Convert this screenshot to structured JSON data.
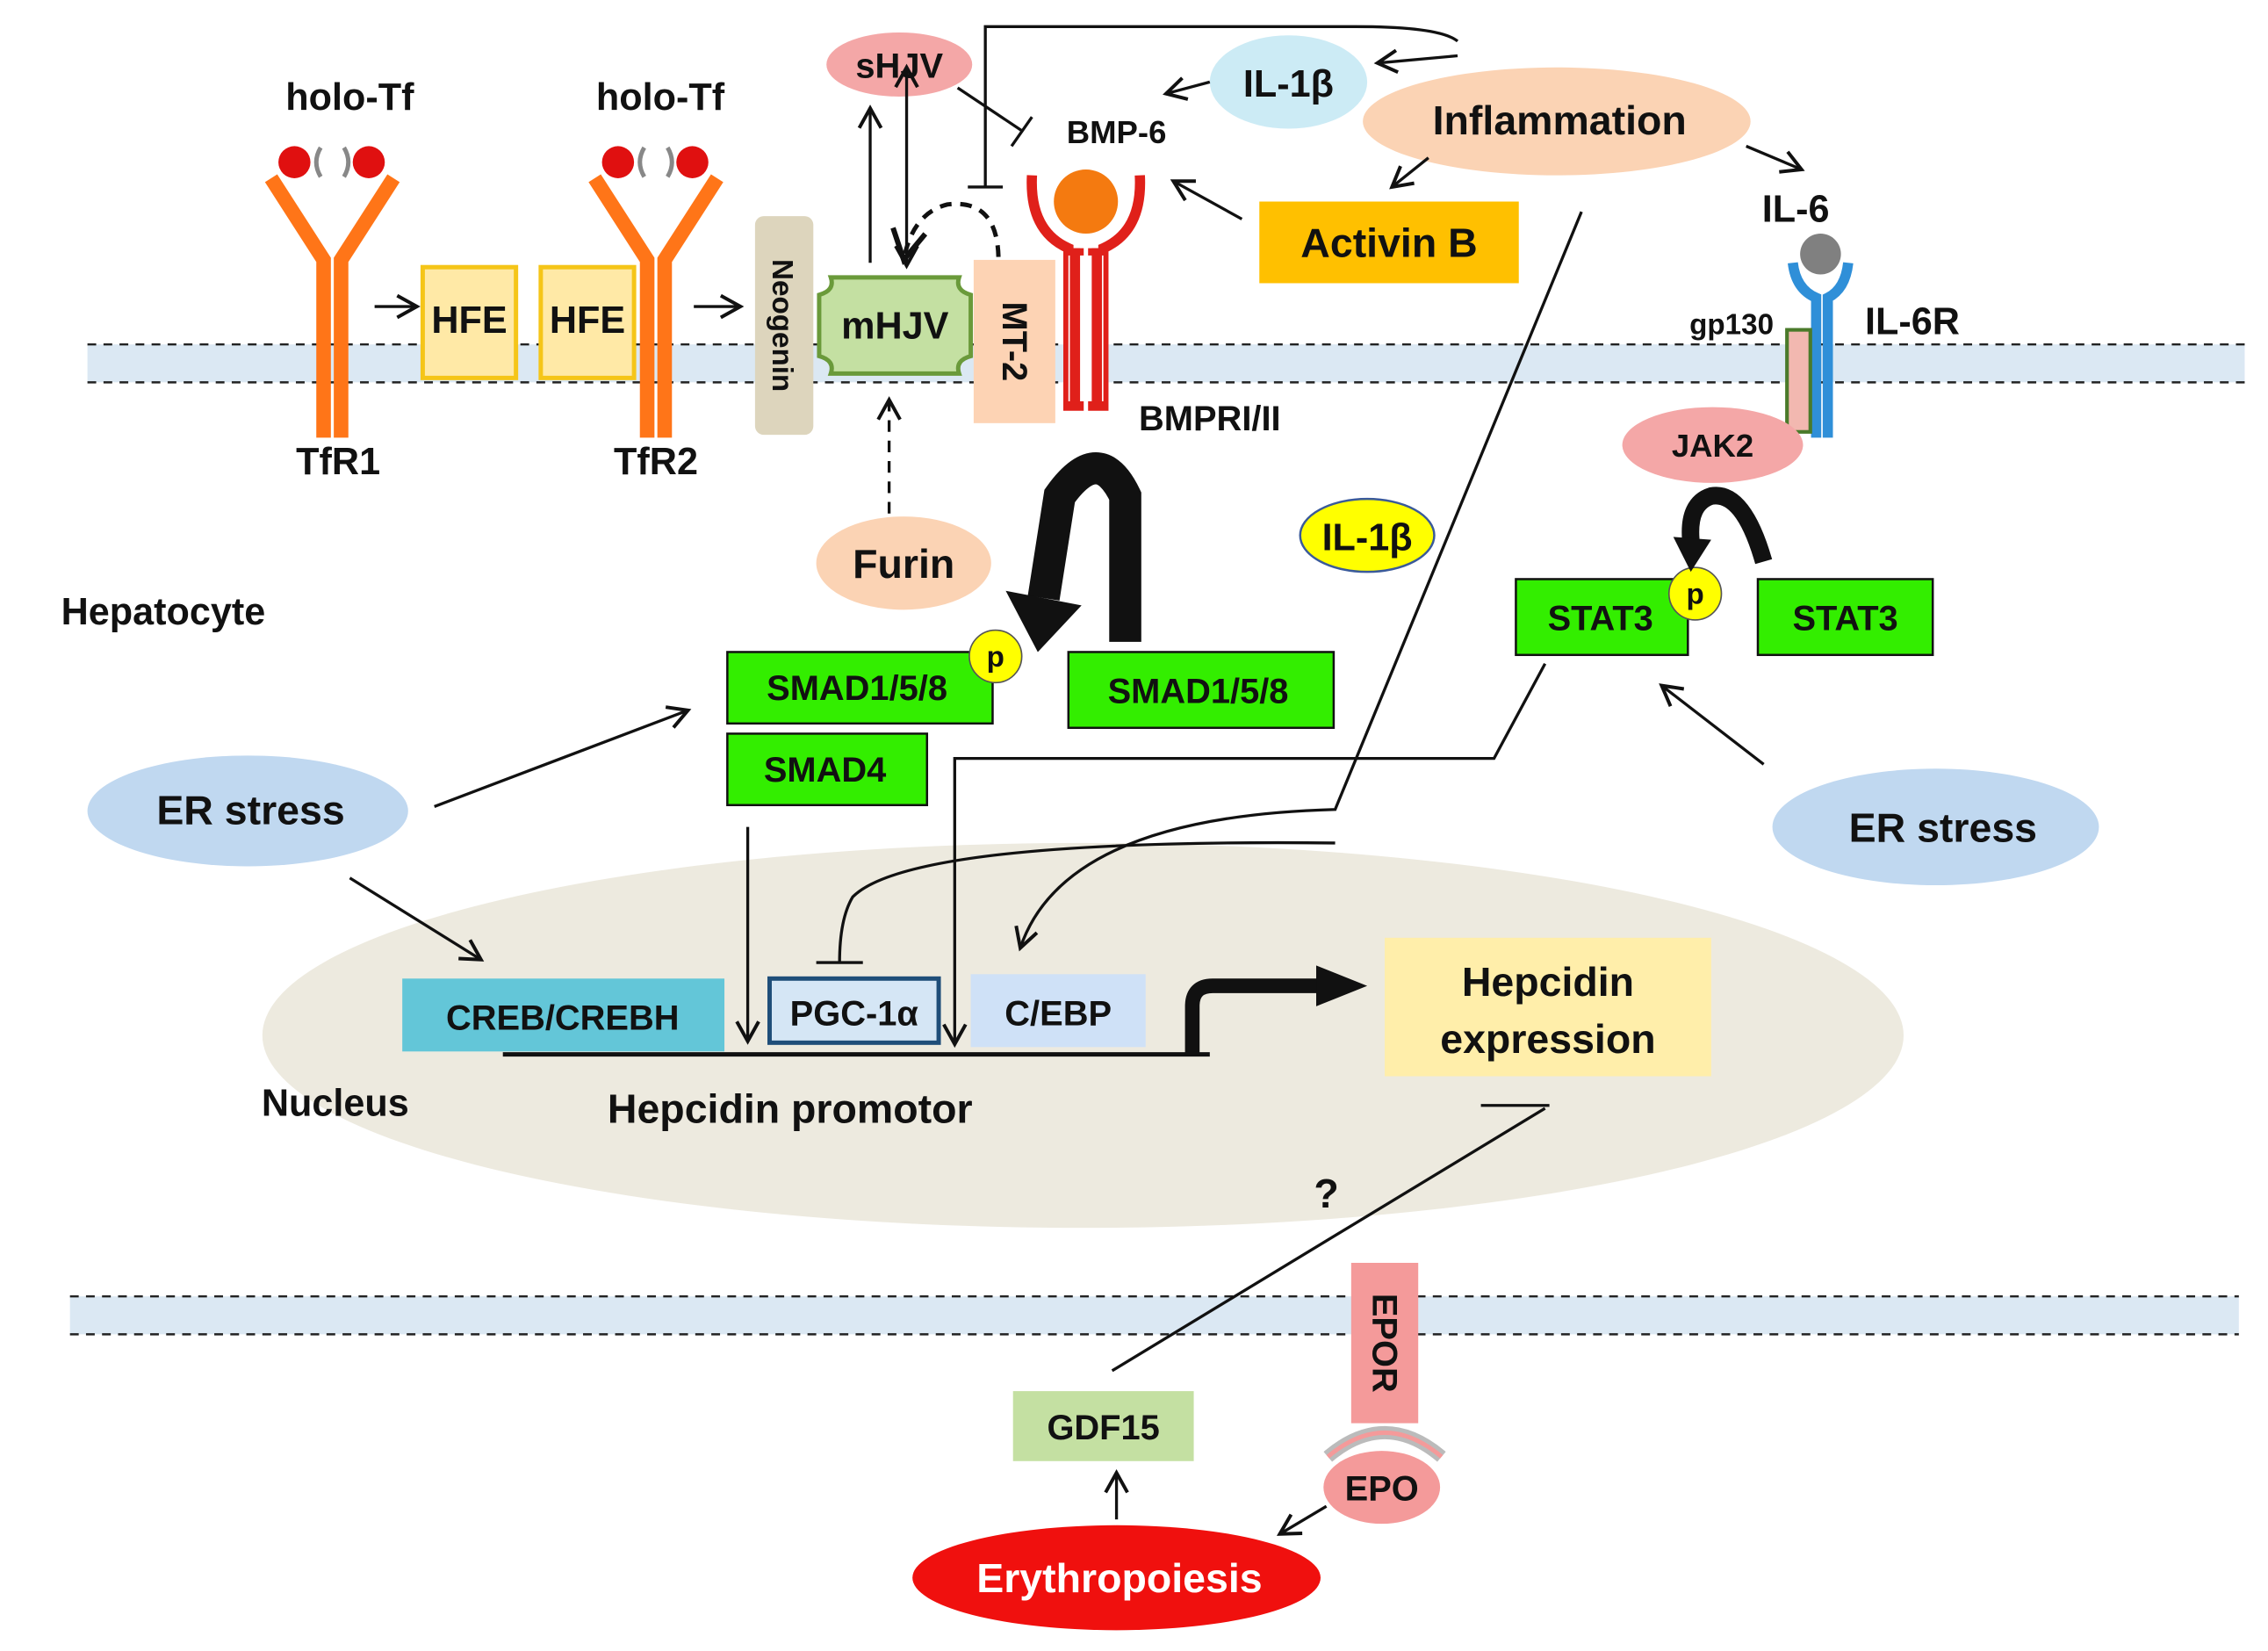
{
  "labels": {
    "holo_tf_1": "holo-Tf",
    "holo_tf_2": "holo-Tf",
    "hfe_1": "HFE",
    "hfe_2": "HFE",
    "neogenin": "Neogenin",
    "mhjv": "mHJV",
    "mt2": "MT-2",
    "shjv": "sHJV",
    "bmp6": "BMP-6",
    "il1b_top": "IL-1β",
    "inflammation": "Inflammation",
    "activin_b": "Activin B",
    "il6": "IL-6",
    "gp130": "gp130",
    "il6r": "IL-6R",
    "jak2": "JAK2",
    "tfr1": "TfR1",
    "tfr2": "TfR2",
    "bmpr": "BMPRI/II",
    "furin": "Furin",
    "hepatocyte": "Hepatocyte",
    "il1b_mid": "IL-1β",
    "stat3_p": "STAT3",
    "stat3": "STAT3",
    "p_smad": "p",
    "p_stat": "p",
    "smad158_p": "SMAD1/5/8",
    "smad158": "SMAD1/5/8",
    "smad4": "SMAD4",
    "er_stress_left": "ER stress",
    "er_stress_right": "ER stress",
    "creb": "CREB/CREBH",
    "pgc1a": "PGC-1α",
    "cebp": "C/EBP",
    "hepcidin_expression": [
      "Hepcidin",
      "expression"
    ],
    "nucleus": "Nucleus",
    "hepcidin_promotor": "Hepcidin promotor",
    "question": "?",
    "epor": "EPOR",
    "gdf15": "GDF15",
    "epo": "EPO",
    "erythropoiesis": "Erythropoiesis"
  },
  "colors": {
    "receptor_orange": "#ff7518",
    "iron_red": "#e01010",
    "hfe_fill": "#ffe9a6",
    "hfe_border": "#f5c518",
    "neogenin_fill": "#ddd5bd",
    "mhjv_fill": "#c4e0a2",
    "mhjv_border": "#6a9a3a",
    "mt2_fill": "#fdd3b4",
    "shjv_fill": "#f4a7a7",
    "il1b_top_fill": "#ccebf5",
    "inflammation_fill": "#fbd3b4",
    "activin_fill": "#ffc000",
    "bmpr_red": "#e0201a",
    "bmp6_orange": "#f47a10",
    "il6r_blue": "#2f8fd8",
    "gp130_fill": "#f2b8b0",
    "gp130_border": "#4a7a2a",
    "jak2_fill": "#f4a7a7",
    "il1b_mid_fill": "#ffff00",
    "furin_fill": "#fbd3b4",
    "smad_green": "#33ee00",
    "p_yellow": "#ffff00",
    "er_stress_fill": "#c0d8f0",
    "nucleus_fill": "#edeadf",
    "creb_fill": "#63c6d8",
    "pgc_fill": "#d5e6f5",
    "pgc_border": "#1f4e79",
    "cebp_fill": "#cfe1f7",
    "hepcidin_fill": "#ffeeaa",
    "membrane_fill": "#dbe8f3",
    "epor_fill": "#f49a9a",
    "epo_fill": "#f49a9a",
    "gdf15_fill": "#c4e0a2",
    "erythropoiesis_fill": "#f0100e",
    "erythropoiesis_text": "#ffffff"
  }
}
